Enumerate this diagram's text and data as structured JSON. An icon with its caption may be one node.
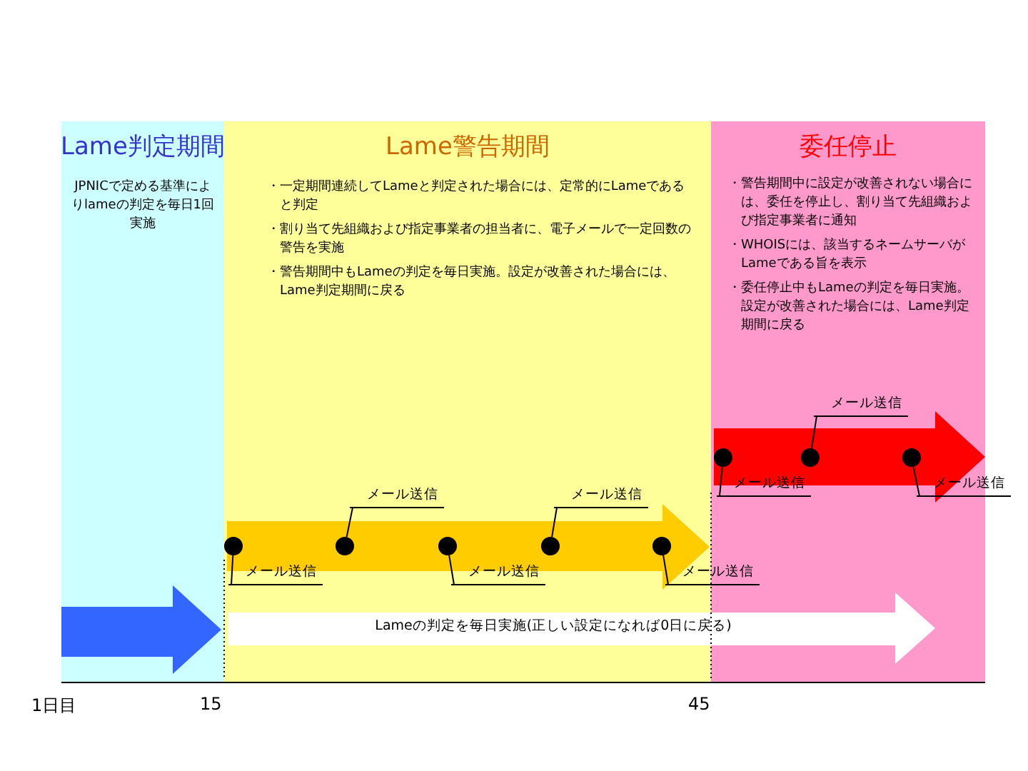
{
  "diagram": {
    "nodes": [
      {
        "text": [
          "Lame判定期間",
          "JPNICで定める基準によりlameの判定を毎日1回実施"
        ]
      },
      {
        "text": [
          "Lame警告期間",
          "・一定期間連続してLameと判定された場合には、定常的にLameであると判定",
          "・割り当て先組織および指定事業者の担当者に、電子メールで一定回数の警告を実施",
          "・警告期間中もLameの判定を毎日実施。設定が改善された場合には、Lame判定期間に戻る"
        ]
      },
      {
        "text": [
          "委任停止",
          "・警告期間中に設定が改善されない場合には、委任を停止し、割り当て先組織および指定事業者に通知",
          "・WHOISには、該当するネームサーバがLameである旨を表示",
          "・委任停止中もLameの判定を毎日実施。設定が改善された場合には、Lame判定期間に戻る"
        ]
      },
      {
        "text": [],
        "shape": "arrow",
        "in": 0
      },
      {
        "text": [],
        "shape": "arrow",
        "in": 1
      },
      {
        "text": [],
        "shape": "arrow",
        "in": 2
      },
      {
        "text": [
          "Lameの判定を毎日実施(正しい設定になれば0日に戻る)"
        ]
      },
      {
        "text": [],
        "shape": "circle",
        "in": 4
      },
      {
        "text": [],
        "shape": "circle",
        "in": 4
      },
      {
        "text": [],
        "shape": "circle",
        "in": 4
      },
      {
        "text": [],
        "shape": "circle",
        "in": 4
      },
      {
        "text": [],
        "shape": "circle",
        "in": 4
      },
      {
        "text": [],
        "shape": "circle",
        "in": 5
      },
      {
        "text": [],
        "shape": "circle",
        "in": 5
      },
      {
        "text": [],
        "shape": "circle",
        "in": 5
      },
      {
        "text": [
          "メール送信"
        ],
        "in": 1
      },
      {
        "text": [
          "メール送信"
        ],
        "in": 1
      },
      {
        "text": [
          "メール送信"
        ],
        "in": 1
      },
      {
        "text": [
          "メール送信"
        ],
        "in": 1
      },
      {
        "text": [
          "メール送信"
        ]
      },
      {
        "text": [
          "メール送信"
        ],
        "in": 2
      },
      {
        "text": [
          "メール送信"
        ],
        "in": 2
      },
      {
        "text": [
          "メール送信"
        ]
      }
    ],
    "edges": [
      {
        "from": 15,
        "to": 7,
        "arrow": "none"
      },
      {
        "from": 16,
        "to": 8,
        "arrow": "none"
      },
      {
        "from": 17,
        "to": 9,
        "arrow": "none"
      },
      {
        "from": 18,
        "to": 10,
        "arrow": "none"
      },
      {
        "from": 19,
        "to": 11,
        "arrow": "none"
      },
      {
        "from": 20,
        "to": 12,
        "arrow": "none"
      },
      {
        "from": 21,
        "to": 13,
        "arrow": "none"
      },
      {
        "from": 22,
        "to": 14,
        "arrow": "none"
      }
    ],
    "labels": [
      "1日目",
      "15",
      "45"
    ]
  }
}
